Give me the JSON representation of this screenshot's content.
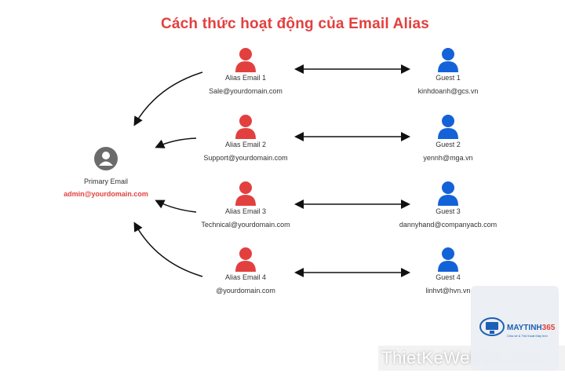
{
  "title": "Cách thức hoạt động của Email Alias",
  "colors": {
    "red": "#e2403f",
    "blue": "#1462d8",
    "gray": "#6b6b6b",
    "arrow": "#111111"
  },
  "primary": {
    "label": "Primary Email",
    "email": "admin@yourdomain.com",
    "icon": "user-circle-icon"
  },
  "aliases": [
    {
      "label": "Alias Email 1",
      "email": "Sale@yourdomain.com"
    },
    {
      "label": "Alias Email 2",
      "email": "Support@yourdomain.com"
    },
    {
      "label": "Alias Email 3",
      "email": "Technical@yourdomain.com"
    },
    {
      "label": "Alias Email 4",
      "email": "@yourdomain.com"
    }
  ],
  "guests": [
    {
      "label": "Guest 1",
      "email": "kinhdoanh@gcs.vn"
    },
    {
      "label": "Guest 2",
      "email": "yennh@mga.vn"
    },
    {
      "label": "Guest 3",
      "email": "dannyhand@companyacb.com"
    },
    {
      "label": "Guest 4",
      "email": "linhvt@hvn.vn"
    }
  ],
  "watermark": {
    "text": "ThietKeWebSo.com"
  },
  "badge": {
    "name": "MAYTINH",
    "number": "365",
    "sub": "Chia sẻ & Thủ thuật Máy tính"
  }
}
